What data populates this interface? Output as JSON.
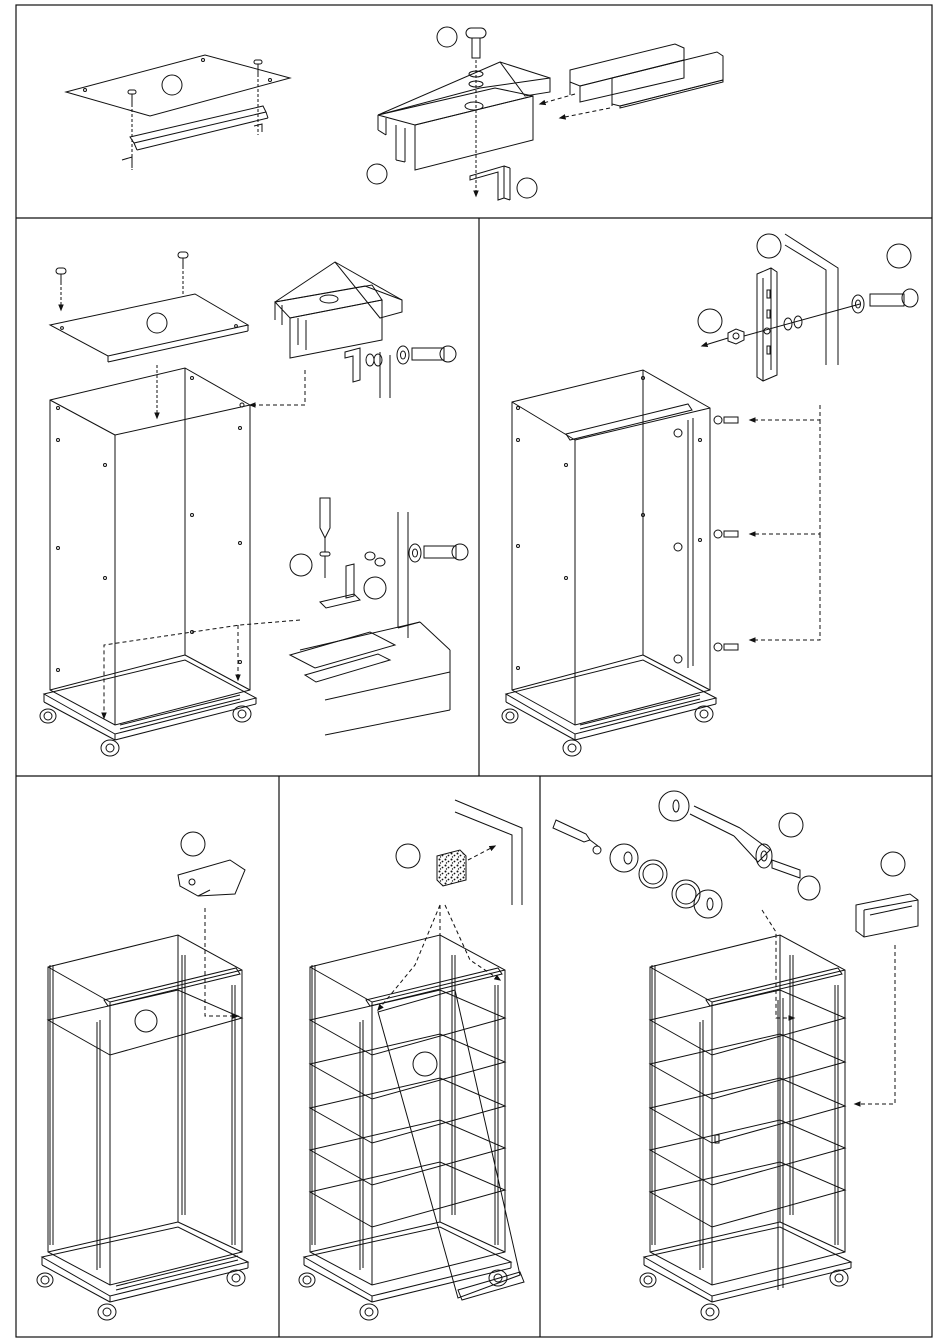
{
  "document": {
    "kind": "assembly-instructions",
    "text": [],
    "colors": {
      "ink": "#111111",
      "paper": "#ffffff",
      "speckle": "#111111"
    }
  },
  "panels": [
    {
      "key": "p1",
      "name": "panel-top-fixing",
      "icons": [
        "top-panel-icon",
        "screw-icon",
        "rail-bracket-icon",
        "profile-channel-icon",
        "washer-icon",
        "l-bracket-icon"
      ],
      "callouts": 4
    },
    {
      "key": "p2",
      "name": "panel-cabinet-frame",
      "icons": [
        "screw-icon",
        "top-panel-icon",
        "cabinet-frame-icon",
        "connector-block-icon",
        "screwdriver-icon",
        "bracket-icon",
        "base-rail-icon"
      ],
      "callouts": 3
    },
    {
      "key": "p3",
      "name": "panel-side-strip",
      "icons": [
        "slotted-strip-icon",
        "nut-icon",
        "bolt-icon",
        "washer-icon",
        "cabinet-frame-icon"
      ],
      "callouts": 3
    },
    {
      "key": "p4",
      "name": "panel-shelf-support",
      "icons": [
        "shelf-support-icon",
        "glass-shelf-icon",
        "cabinet-frame-icon"
      ],
      "callouts": 2
    },
    {
      "key": "p5",
      "name": "panel-glass-shelves",
      "icons": [
        "felt-pad-icon",
        "glass-shelf-icon",
        "glass-door-icon",
        "cabinet-frame-icon"
      ],
      "callouts": 2
    },
    {
      "key": "p6",
      "name": "panel-door-lock",
      "icons": [
        "screwdriver-icon",
        "lock-rosette-icon",
        "lock-cylinder-icon",
        "key-icon",
        "door-catch-icon",
        "cabinet-frame-icon"
      ],
      "callouts": 2
    }
  ]
}
